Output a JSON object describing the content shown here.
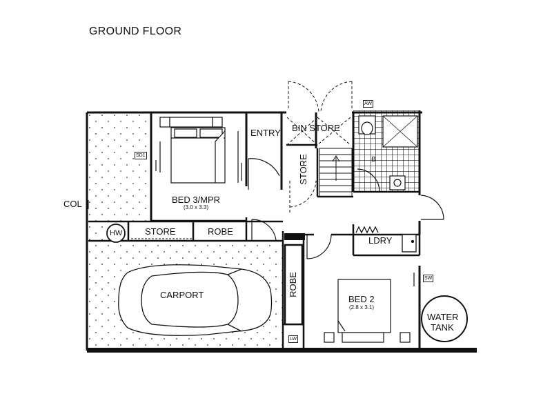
{
  "title": "GROUND FLOOR",
  "rooms": {
    "bed3": {
      "label": "BED 3/MPR",
      "dims": "(3.0 x 3.3)"
    },
    "bed2": {
      "label": "BED 2",
      "dims": "(2.8 x 3.1)"
    },
    "entry": "ENTRY",
    "bin_store": "BIN STORE",
    "store_vertical": "STORE",
    "store": "STORE",
    "robe_top": "ROBE",
    "robe_vertical": "ROBE",
    "ldry": "LDRY",
    "carport": "CARPORT",
    "water_tank": [
      "WATER",
      "TANK"
    ],
    "col": "COL",
    "hw": "HW",
    "bathroom": "B"
  },
  "tags": {
    "sd1": "SD1",
    "aw_top": "AW",
    "sw": "SW",
    "lw": "LW"
  },
  "colors": {
    "ink": "#111111",
    "tile": "#1a1a1a",
    "paper": "#ffffff"
  }
}
